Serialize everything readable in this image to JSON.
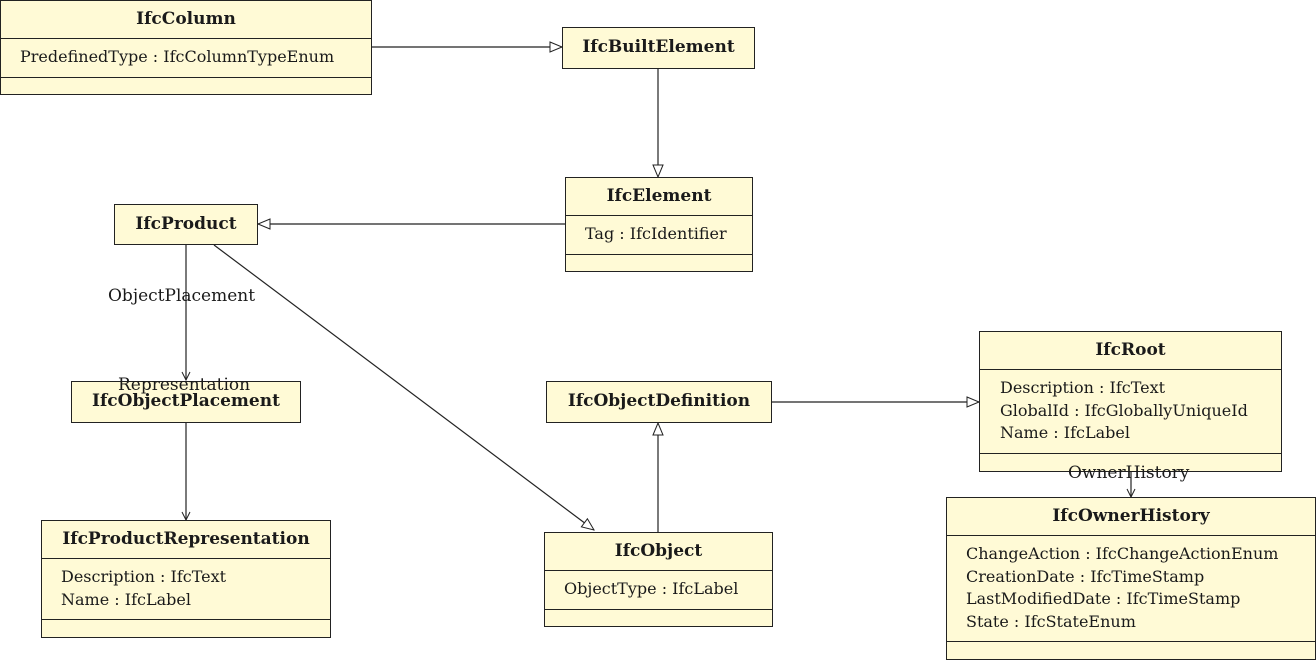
{
  "classes": {
    "ifc_column": {
      "name": "IfcColumn",
      "attributes": [
        "PredefinedType : IfcColumnTypeEnum"
      ]
    },
    "ifc_built_element": {
      "name": "IfcBuiltElement"
    },
    "ifc_element": {
      "name": "IfcElement",
      "attributes": [
        "Tag : IfcIdentifier"
      ]
    },
    "ifc_product": {
      "name": "IfcProduct"
    },
    "ifc_object_placement": {
      "name": "IfcObjectPlacement"
    },
    "ifc_product_representation": {
      "name": "IfcProductRepresentation",
      "attributes": [
        "Description : IfcText",
        "Name : IfcLabel"
      ]
    },
    "ifc_object_definition": {
      "name": "IfcObjectDefinition"
    },
    "ifc_object": {
      "name": "IfcObject",
      "attributes": [
        "ObjectType : IfcLabel"
      ]
    },
    "ifc_root": {
      "name": "IfcRoot",
      "attributes": [
        "Description : IfcText",
        "GlobalId : IfcGloballyUniqueId",
        "Name : IfcLabel"
      ]
    },
    "ifc_owner_history": {
      "name": "IfcOwnerHistory",
      "attributes": [
        "ChangeAction : IfcChangeActionEnum",
        "CreationDate : IfcTimeStamp",
        "LastModifiedDate : IfcTimeStamp",
        "State : IfcStateEnum"
      ]
    }
  },
  "relations": {
    "object_placement": "ObjectPlacement",
    "representation": "Representation",
    "owner_history": "OwnerHistory"
  }
}
